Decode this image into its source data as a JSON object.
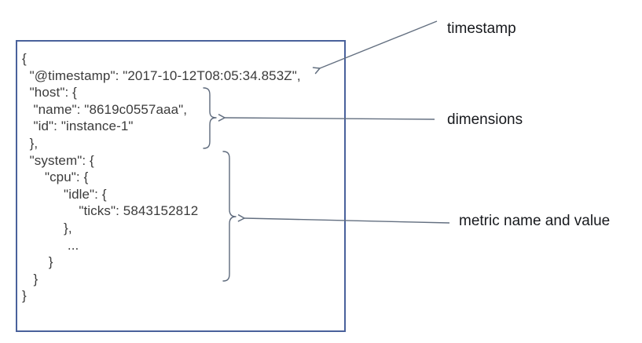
{
  "code_block": {
    "text": "{\n  \"@timestamp\": \"2017-10-12T08:05:34.853Z\",\n  \"host\": {\n   \"name\": \"8619c0557aaa\",\n   \"id\": \"instance-1\"\n  },\n  \"system\": {\n      \"cpu\": {\n           \"idle\": {\n               \"ticks\": 5843152812\n           },\n            ...\n       }\n   }\n}"
  },
  "annotations": {
    "timestamp": "timestamp",
    "dimensions": "dimensions",
    "metric": "metric name and value"
  },
  "colors": {
    "box_border": "#49619b",
    "code_text": "#3b3b3b",
    "connector": "#636f80",
    "label_text": "#17191d"
  }
}
